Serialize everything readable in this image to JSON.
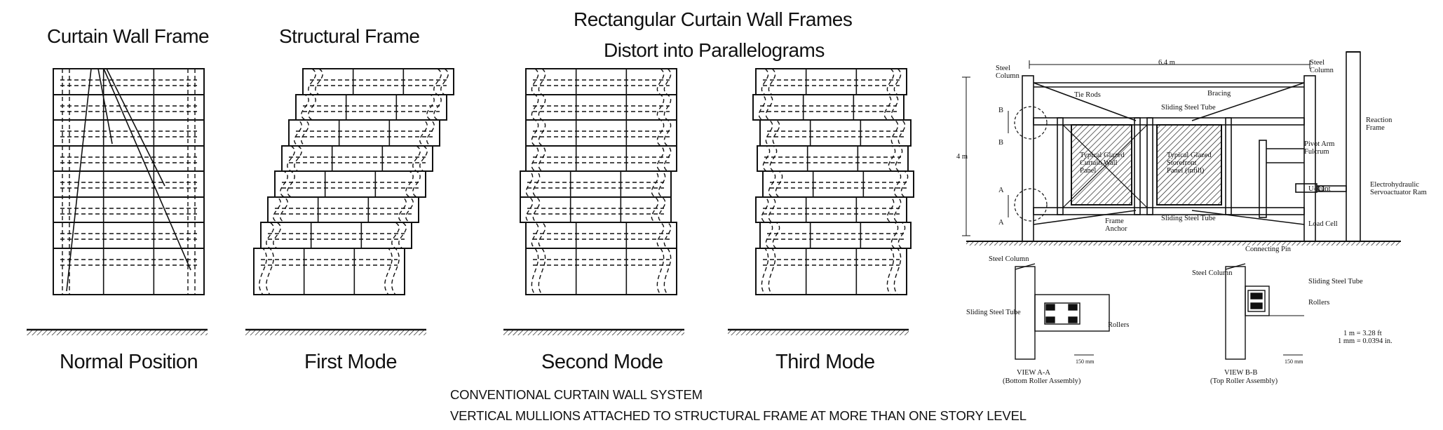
{
  "headings": {
    "curtain_wall_frame": "Curtain Wall Frame",
    "structural_frame": "Structural Frame",
    "title_line1": "Rectangular Curtain Wall Frames",
    "title_line2": "Distort into Parallelograms"
  },
  "captions": {
    "normal": "Normal Position",
    "first": "First Mode",
    "second": "Second Mode",
    "third": "Third Mode"
  },
  "footer": {
    "line1": "CONVENTIONAL CURTAIN WALL SYSTEM",
    "line2": "VERTICAL MULLIONS ATTACHED TO STRUCTURAL FRAME AT MORE THAN ONE STORY LEVEL"
  },
  "test_rig": {
    "steel_column_left": [
      "Steel",
      "Column"
    ],
    "dimension_width": "6.4 m",
    "steel_column_right": [
      "Steel",
      "Column"
    ],
    "tie_rods": "Tie Rods",
    "bracing": "Bracing",
    "sliding_tube_top": "Sliding Steel Tube",
    "reaction_frame": [
      "Reaction",
      "Frame"
    ],
    "pivot_arm": "Pivot Arm",
    "fulcrum": "Fulcrum",
    "panel_left": [
      "Typical Glazed",
      "Curtain Wall",
      "Panel"
    ],
    "panel_right": [
      "Typical Glazed",
      "Storefront",
      "Panel (infill)"
    ],
    "dimension_height": "4 m",
    "u_joint": "U-Joint",
    "actuator": [
      "Electrohydraulic",
      "Servoactuator Ram"
    ],
    "load_cell": "Load Cell",
    "frame_anchor": [
      "Frame",
      "Anchor"
    ],
    "sliding_tube_bottom": "Sliding Steel Tube",
    "connecting_pin": "Connecting Pin",
    "section_marks": [
      "B",
      "B",
      "A",
      "A"
    ],
    "view_a": {
      "steel_column": "Steel Column",
      "sliding_tube": "Sliding Steel Tube",
      "rollers": "Rollers",
      "scale": "150 mm",
      "title": "VIEW A-A",
      "subtitle": "(Bottom Roller Assembly)"
    },
    "view_b": {
      "steel_column": "Steel Column",
      "sliding_tube": "Sliding Steel Tube",
      "rollers": "Rollers",
      "scale": "150 mm",
      "title": "VIEW B-B",
      "subtitle": "(Top Roller Assembly)"
    },
    "conversion_1": "1 m = 3.28 ft",
    "conversion_2": "1 mm = 0.0394 in."
  }
}
